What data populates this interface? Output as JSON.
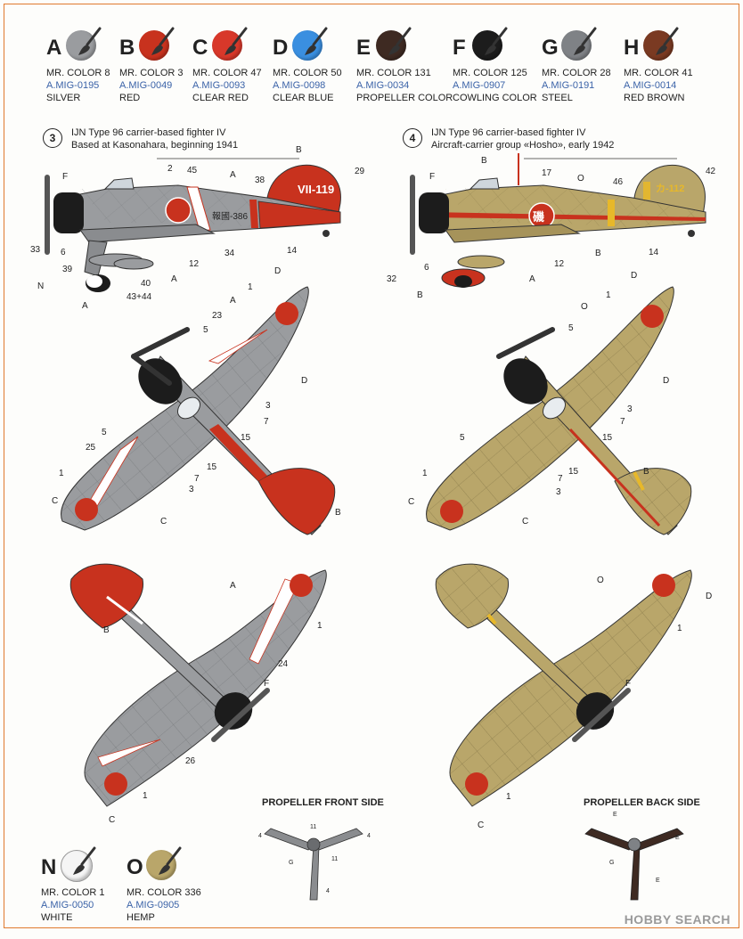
{
  "colors": [
    {
      "letter": "A",
      "name": "MR. COLOR 8",
      "code": "A.MIG-0195",
      "desc": "SILVER",
      "hex": "#9a9c9f"
    },
    {
      "letter": "B",
      "name": "MR. COLOR 3",
      "code": "A.MIG-0049",
      "desc": "RED",
      "hex": "#c8321e"
    },
    {
      "letter": "C",
      "name": "MR. COLOR 47",
      "code": "A.MIG-0093",
      "desc": "CLEAR RED",
      "hex": "#d8382a"
    },
    {
      "letter": "D",
      "name": "MR. COLOR 50",
      "code": "A.MIG-0098",
      "desc": "CLEAR BLUE",
      "hex": "#3a8fe0"
    },
    {
      "letter": "E",
      "name": "MR. COLOR 131",
      "code": "A.MIG-0034",
      "desc": "PROPELLER COLOR",
      "hex": "#3e2a22"
    },
    {
      "letter": "F",
      "name": "MR. COLOR 125",
      "code": "A.MIG-0907",
      "desc": "COWLING COLOR",
      "hex": "#1c1c1c"
    },
    {
      "letter": "G",
      "name": "MR. COLOR 28",
      "code": "A.MIG-0191",
      "desc": "STEEL",
      "hex": "#7f8286"
    },
    {
      "letter": "H",
      "name": "MR. COLOR 41",
      "code": "A.MIG-0014",
      "desc": "RED BROWN",
      "hex": "#7a3a22"
    }
  ],
  "bottom_colors": [
    {
      "letter": "N",
      "name": "MR. COLOR 1",
      "code": "A.MIG-0050",
      "desc": "WHITE",
      "hex": "#f5f5f5"
    },
    {
      "letter": "O",
      "name": "MR. COLOR 336",
      "code": "A.MIG-0905",
      "desc": "HEMP",
      "hex": "#b9a66a"
    }
  ],
  "schemes": [
    {
      "number": "3",
      "title": "IJN Type 96 carrier-based fighter IV",
      "subtitle": "Based at Kasonahara, beginning 1941",
      "tail_code": "VII-119",
      "fuselage_code": "報國-386",
      "base_hex": "#9a9c9f",
      "accent_hex": "#c8321e"
    },
    {
      "number": "4",
      "title": "IJN Type 96 carrier-based fighter IV",
      "subtitle": "Aircraft-carrier group «Hosho», early 1942",
      "tail_code": "カ-112",
      "fuselage_code": "磯",
      "base_hex": "#b9a66a",
      "accent_hex": "#c8321e"
    }
  ],
  "callouts_3": {
    "side": [
      "B",
      "29",
      "F",
      "2",
      "45",
      "A",
      "38",
      "33",
      "6",
      "39",
      "N",
      "A",
      "40",
      "43+44",
      "12",
      "34",
      "14",
      "A"
    ],
    "top": [
      "D",
      "1",
      "A",
      "23",
      "5",
      "D",
      "3",
      "7",
      "15",
      "5",
      "25",
      "1",
      "15",
      "7",
      "3",
      "C",
      "C",
      "B"
    ],
    "bottom": [
      "A",
      "1",
      "B",
      "24",
      "F",
      "26",
      "1",
      "C"
    ]
  },
  "callouts_4": {
    "side": [
      "B",
      "42",
      "17",
      "O",
      "46",
      "F",
      "32",
      "6",
      "B",
      "12",
      "B",
      "14",
      "A"
    ],
    "top": [
      "D",
      "1",
      "O",
      "5",
      "D",
      "3",
      "7",
      "15",
      "5",
      "15",
      "7",
      "3",
      "1",
      "B",
      "C",
      "C"
    ],
    "bottom": [
      "O",
      "D",
      "1",
      "F",
      "1",
      "C"
    ]
  },
  "propellers": {
    "front": {
      "title": "PROPELLER FRONT SIDE",
      "labels": [
        "11",
        "4",
        "4",
        "G",
        "11",
        "4"
      ]
    },
    "back": {
      "title": "PROPELLER BACK SIDE",
      "labels": [
        "E",
        "E",
        "G",
        "E"
      ]
    }
  },
  "watermark": "HOBBY SEARCH"
}
